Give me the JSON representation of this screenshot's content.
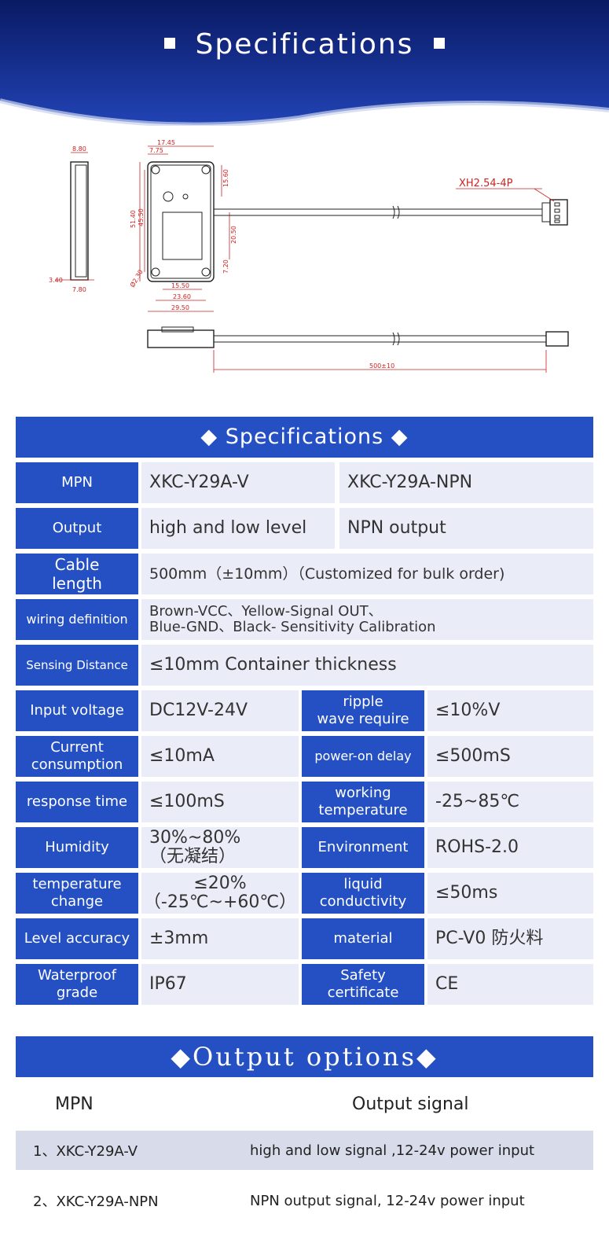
{
  "banner": {
    "title": "Specifications"
  },
  "drawing": {
    "dims": {
      "d1": "8.80",
      "d2": "17.45",
      "d3": "7.75",
      "d4": "15.60",
      "d5": "51.40",
      "d6": "45.50",
      "d7": "20.50",
      "d8": "7.20",
      "d9": "Ø2.30",
      "d10": "15.50",
      "d11": "23.60",
      "d12": "29.50",
      "d13": "3.40",
      "d14": "7.80",
      "d15": "500±10"
    },
    "connector_label": "XH2.54-4P"
  },
  "spec": {
    "title": "Specifications",
    "mpn_label": "MPN",
    "mpn_v": "XKC-Y29A-V",
    "mpn_npn": "XKC-Y29A-NPN",
    "output_label": "Output",
    "output_v": "high and low level",
    "output_npn": "NPN output",
    "cable_label_1": "Cable",
    "cable_label_2": "length",
    "cable_value": "500mm（±10mm）（Customized for bulk order)",
    "wiring_label": "wiring definition",
    "wiring_value_1": "Brown-VCC、Yellow-Signal OUT、",
    "wiring_value_2": "Blue-GND、Black- Sensitivity Calibration",
    "sensing_label": "Sensing Distance",
    "sensing_value": "≤10mm  Container thickness",
    "input_label": "Input voltage",
    "input_value": "DC12V-24V",
    "ripple_label_1": "ripple",
    "ripple_label_2": "wave require",
    "ripple_value": "≤10%V",
    "current_label_1": "Current",
    "current_label_2": "consumption",
    "current_value": "≤10mA",
    "poweron_label": "power-on delay",
    "poweron_value": "≤500mS",
    "response_label": "response time",
    "response_value": "≤100mS",
    "worktemp_label_1": "working",
    "worktemp_label_2": "temperature",
    "worktemp_value": "-25~85℃",
    "humidity_label": "Humidity",
    "humidity_value_1": "30%~80%",
    "humidity_value_2": "（无凝结）",
    "env_label": "Environment",
    "env_value": "ROHS-2.0",
    "tempchange_label_1": "temperature",
    "tempchange_label_2": "change",
    "tempchange_value_1": "≤20%",
    "tempchange_value_2": "（-25℃~+60℃）",
    "liquid_label_1": "liquid",
    "liquid_label_2": "conductivity",
    "liquid_value": "≤50ms",
    "level_label": "Level accuracy",
    "level_value": "±3mm",
    "material_label": "material",
    "material_value": "PC-V0 防火料",
    "waterproof_label_1": "Waterproof",
    "waterproof_label_2": "grade",
    "waterproof_value": "IP67",
    "safety_label_1": "Safety",
    "safety_label_2": "certificate",
    "safety_value": "CE"
  },
  "output_options": {
    "title": "Output options",
    "col_mpn": "MPN",
    "col_signal": "Output signal",
    "rows": [
      {
        "mpn": "1、XKC-Y29A-V",
        "signal": "high and low signal ,12-24v power input"
      },
      {
        "mpn": "2、XKC-Y29A-NPN",
        "signal": "NPN output signal, 12-24v power input"
      }
    ]
  },
  "colors": {
    "accent": "#2450c4",
    "cell_bg": "#eaedf8",
    "row_shade": "#d8dbe9",
    "banner_dark": "#0d1f6e"
  }
}
